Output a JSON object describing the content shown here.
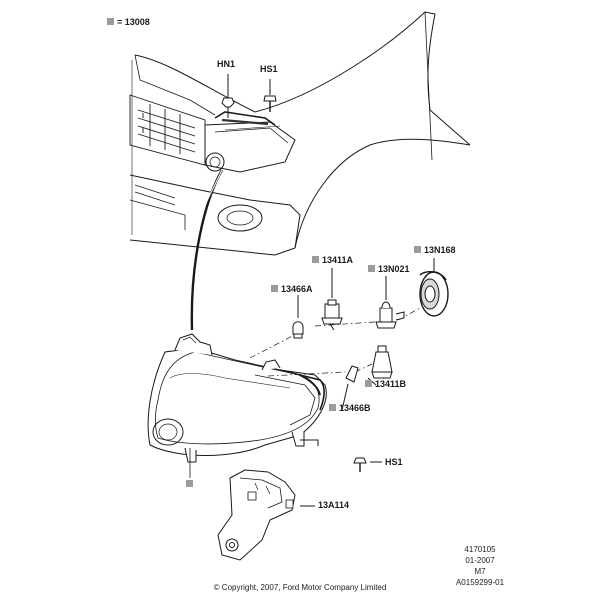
{
  "legend": {
    "text": "= 13008",
    "swatch_color": "#9b9b9b"
  },
  "callouts": {
    "hn1": "HN1",
    "hs1_top": "HS1",
    "p13n168": "13N168",
    "p13411a": "13411A",
    "p13n021": "13N021",
    "p13466a": "13466A",
    "p13411b": "13411B",
    "p13466b": "13466B",
    "hs1_bottom": "HS1",
    "p13a114": "13A114"
  },
  "meta": {
    "line1": "4170105",
    "line2": "01-2007",
    "line3": "M7",
    "line4": "A0159299-01"
  },
  "copyright": "© Copyright, 2007, Ford Motor Company Limited",
  "colors": {
    "line": "#1a1a1a",
    "swatch": "#9b9b9b",
    "shade": "#d9d9d9"
  }
}
